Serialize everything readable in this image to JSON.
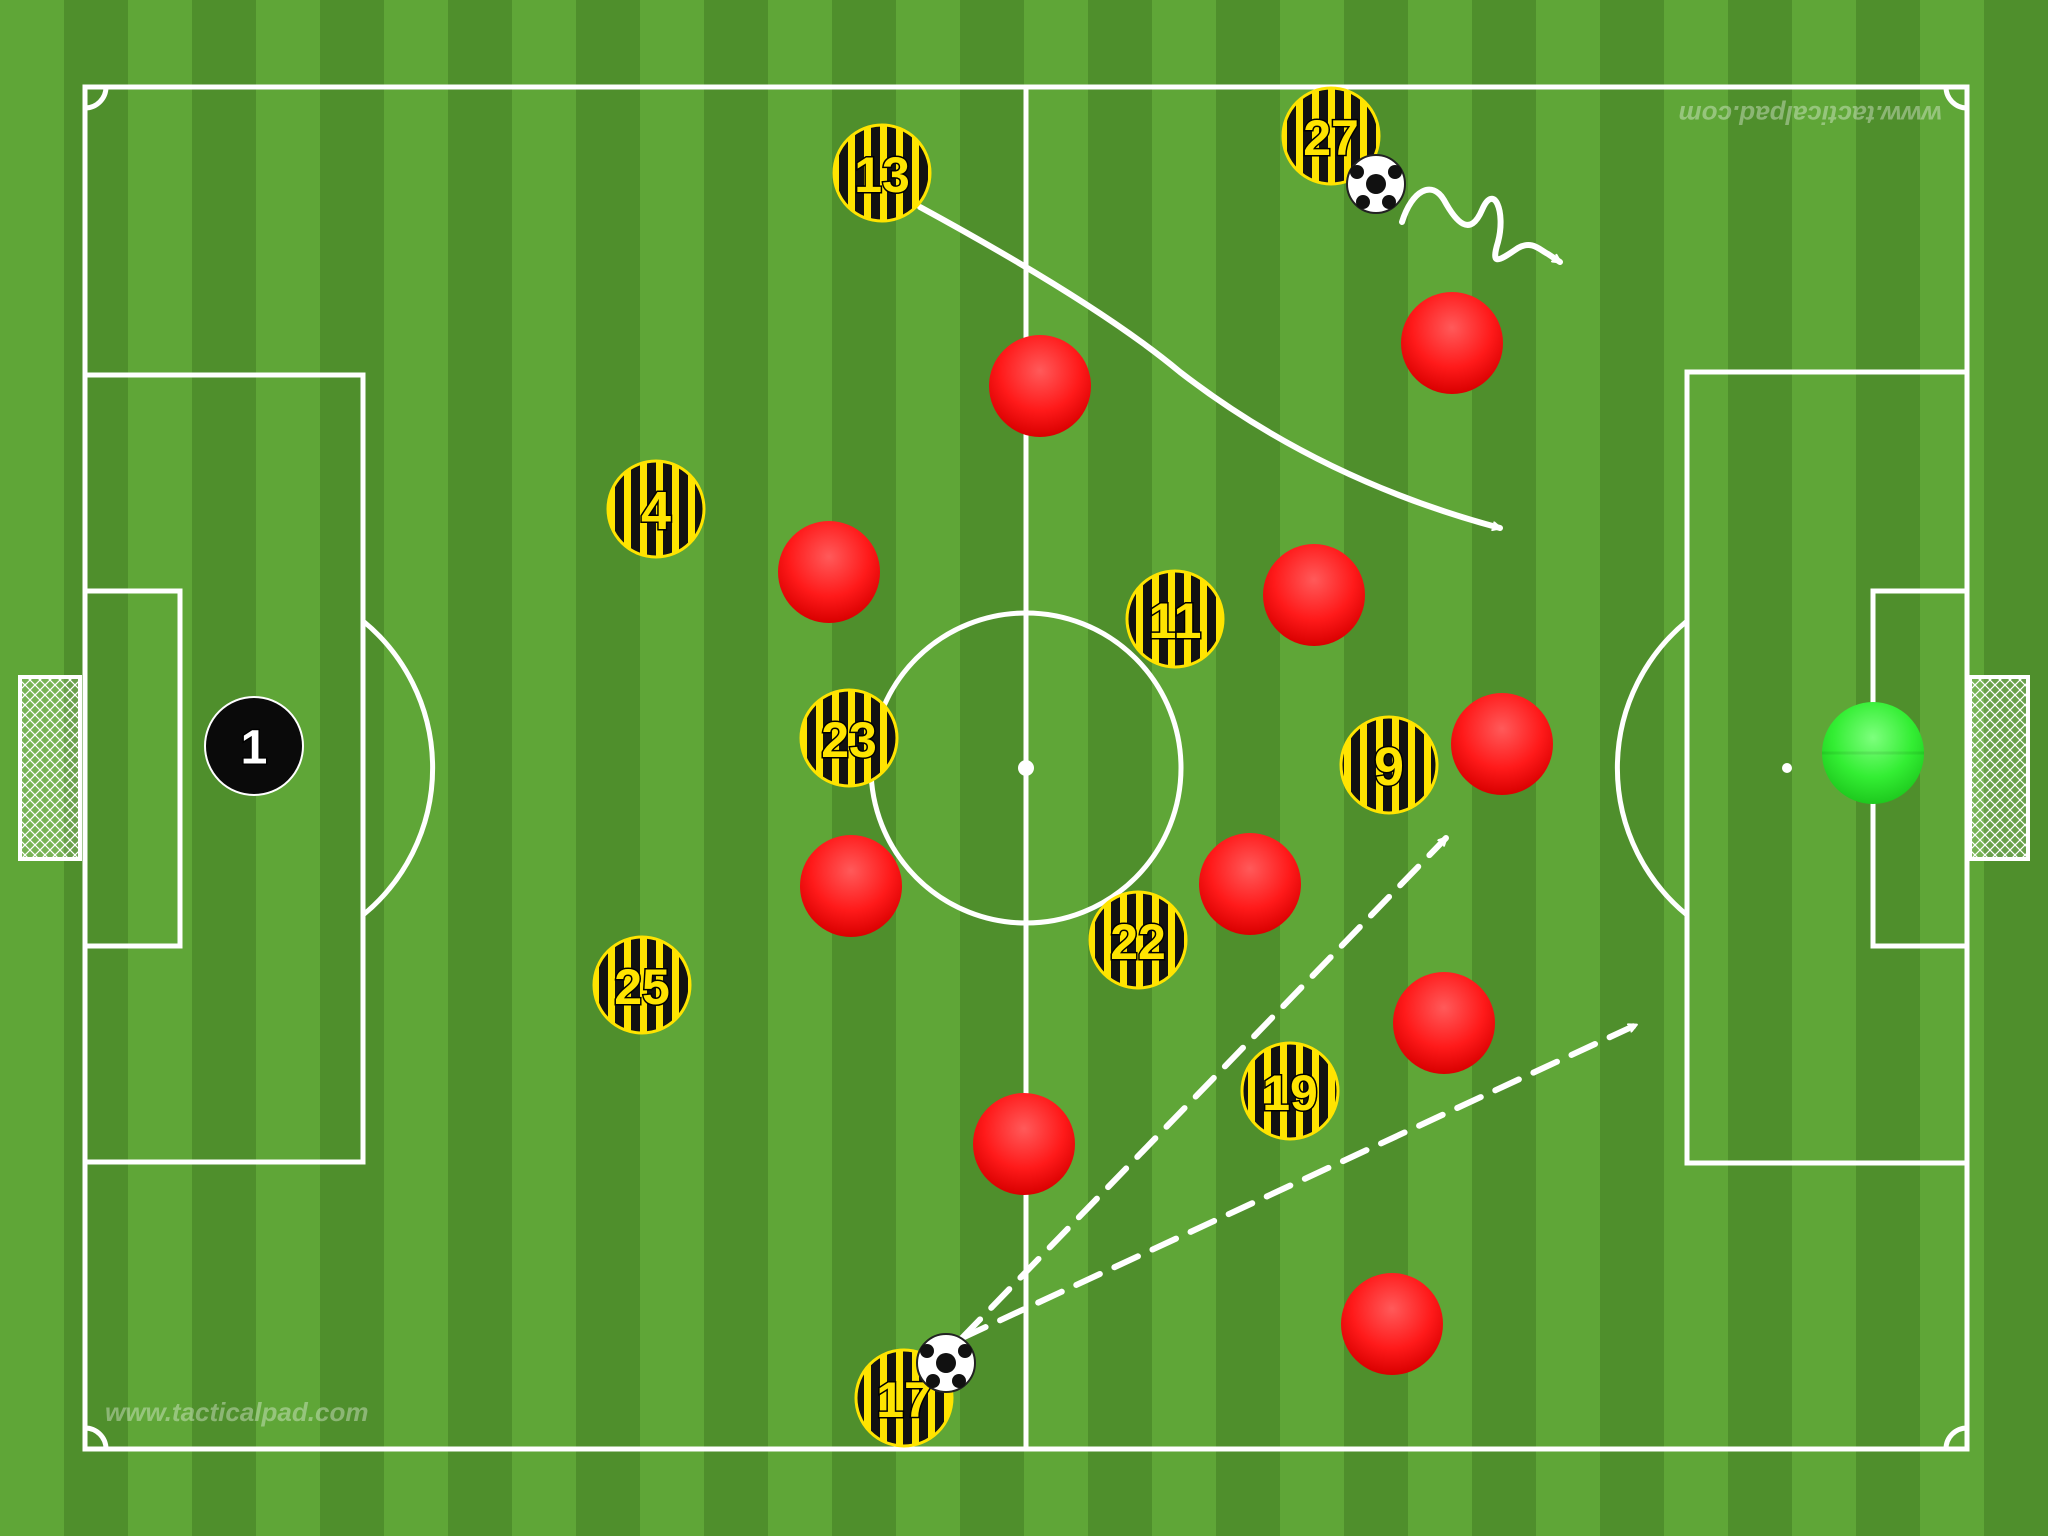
{
  "watermark": "www.tacticalpad.com",
  "colors": {
    "pitch_light": "#5fa637",
    "pitch_dark": "#4f8f2c",
    "lines": "#ffffff",
    "team_stripe": "#ffe400",
    "team_base": "#111111",
    "opponent": "#ff1a1a",
    "opponent_goalkeeper": "#33ee33",
    "own_goalkeeper": "#0a0a0a",
    "number_text": "#ffe400"
  },
  "own_goalkeeper": {
    "number": "1"
  },
  "team_players": [
    {
      "number": "4"
    },
    {
      "number": "25"
    },
    {
      "number": "23"
    },
    {
      "number": "13"
    },
    {
      "number": "17"
    },
    {
      "number": "11"
    },
    {
      "number": "22"
    },
    {
      "number": "27"
    },
    {
      "number": "9"
    },
    {
      "number": "19"
    }
  ],
  "opponents_count": 10,
  "opponent_goalkeeper_count": 1,
  "balls_count": 2,
  "arrows": [
    {
      "kind": "run",
      "style": "solid-curved"
    },
    {
      "kind": "dribble",
      "style": "wavy"
    },
    {
      "kind": "pass",
      "style": "dashed"
    },
    {
      "kind": "pass",
      "style": "dashed"
    }
  ],
  "icons": [
    "soccer-ball-icon",
    "goal-net-icon"
  ]
}
